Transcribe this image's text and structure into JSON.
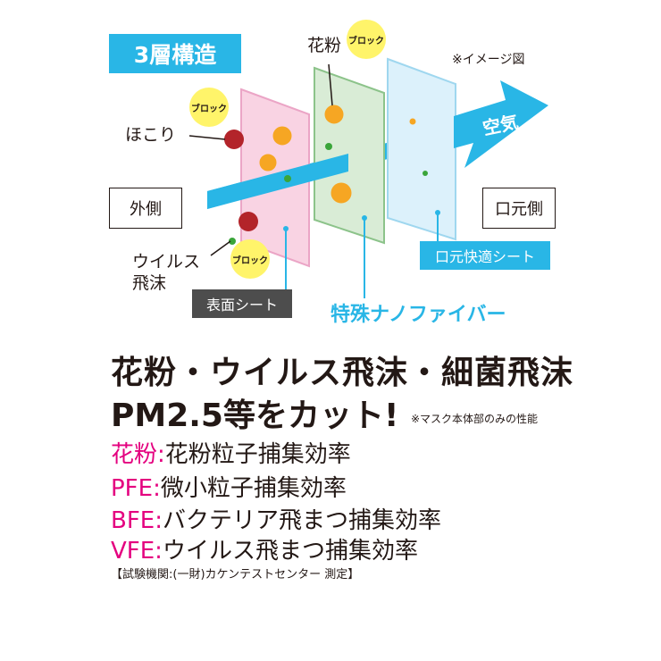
{
  "title": "3層構造",
  "image_note": "※イメージ図",
  "labels": {
    "outer": "外側",
    "mouth": "口元側",
    "dust": "ほこり",
    "pollen": "花粉",
    "virus": "ウイルス",
    "droplet": "飛沫",
    "block": "ブロック",
    "air": "空気"
  },
  "sheets": {
    "surface": "表面シート",
    "nano": "特殊ナノファイバー",
    "mouth": "口元快適シート"
  },
  "headline": {
    "line1": "花粉・ウイルス飛沫・細菌飛沫",
    "line2": "PM2.5等をカット!",
    "note": "※マスク本体部のみの性能"
  },
  "efficiency": [
    {
      "key": "花粉",
      "sep": ":",
      "value": "花粉粒子捕集効率"
    },
    {
      "key": "PFE",
      "sep": ":",
      "value": "微小粒子捕集効率"
    },
    {
      "key": "BFE",
      "sep": ":",
      "value": "バクテリア飛まつ捕集効率"
    },
    {
      "key": "VFE",
      "sep": ":",
      "value": "ウイルス飛まつ捕集効率"
    }
  ],
  "test_note": "【試験機関:(一財)カケンテストセンター 測定】",
  "colors": {
    "accent": "#29b6e6",
    "key": "#e4007f",
    "surface_sheet": "#f9d3e3",
    "nano_sheet": "#d9ecd6",
    "mouth_sheet": "#dcf1fb",
    "badge": "#fff46a"
  }
}
